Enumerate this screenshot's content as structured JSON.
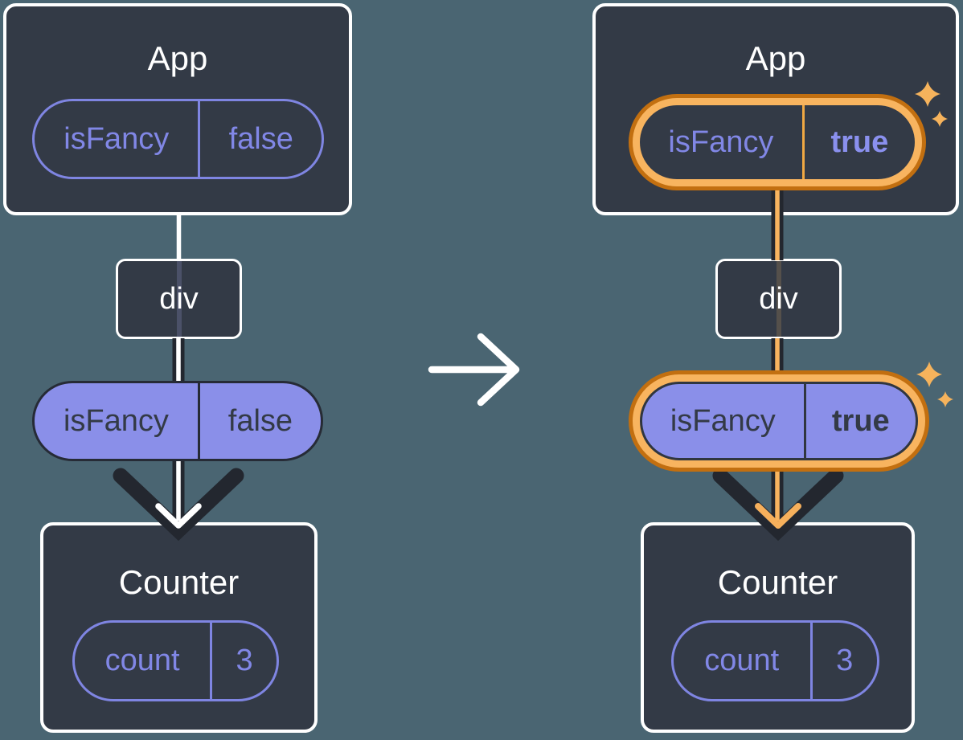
{
  "before": {
    "app": {
      "title": "App",
      "prop": {
        "name": "isFancy",
        "value": "false"
      }
    },
    "div_label": "div",
    "passed_prop": {
      "name": "isFancy",
      "value": "false"
    },
    "counter": {
      "title": "Counter",
      "state": {
        "name": "count",
        "value": "3"
      }
    }
  },
  "after": {
    "app": {
      "title": "App",
      "prop": {
        "name": "isFancy",
        "value": "true"
      }
    },
    "div_label": "div",
    "passed_prop": {
      "name": "isFancy",
      "value": "true"
    },
    "counter": {
      "title": "Counter",
      "state": {
        "name": "count",
        "value": "3"
      }
    }
  },
  "icons": {
    "transition": "arrow-right-icon",
    "highlight": "sparkle-icon"
  },
  "colors": {
    "background": "#4a6572",
    "card": "#333a46",
    "purple_fill": "#8a8fe9",
    "purple_text": "#8187e6",
    "arrow_dark": "#23272f",
    "orange_outer": "#c26f10",
    "orange_inner": "#f8b45f",
    "white": "#ffffff"
  }
}
